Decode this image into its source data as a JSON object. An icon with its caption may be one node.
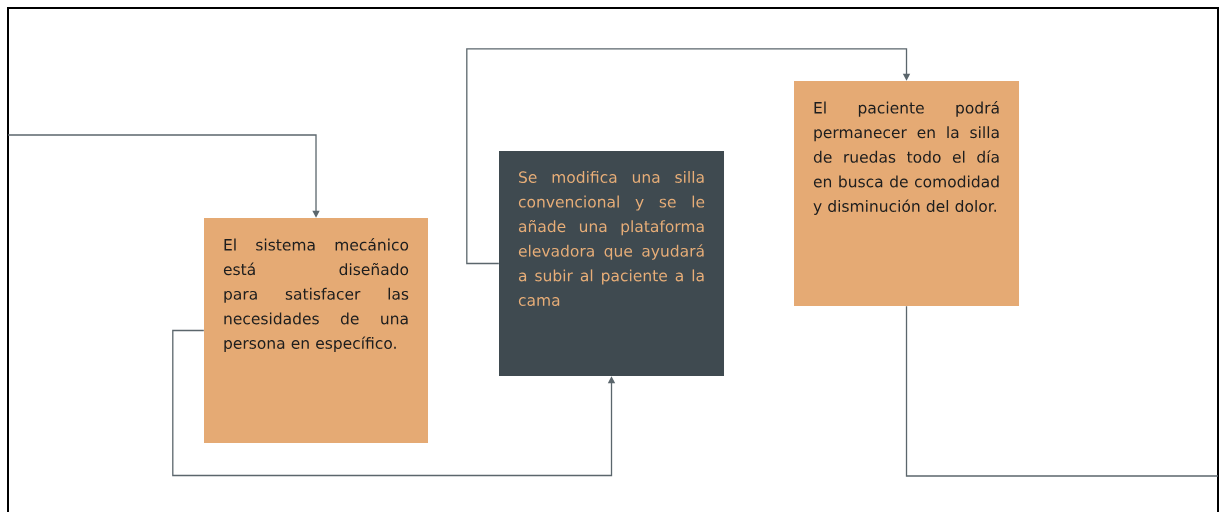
{
  "diagram": {
    "nodes": [
      {
        "text": [
          "El sistema mecánico está diseñado para satisfacer las necesidades de una persona en específico."
        ]
      },
      {
        "text": [
          "Se modifica una silla convencional y se le añade una plataforma elevadora que ayudará a subir al paciente a la cama"
        ]
      },
      {
        "text": [
          "El paciente podrá permanecer en la silla de ruedas todo el día en busca de comodidad y disminución del dolor."
        ]
      }
    ],
    "edges": [
      {
        "from": null,
        "to": 0,
        "arrow": "to"
      },
      {
        "from": 0,
        "to": 1,
        "arrow": "to"
      },
      {
        "from": 1,
        "to": 2,
        "arrow": "to"
      },
      {
        "from": 2,
        "to": null,
        "arrow": "none"
      }
    ]
  }
}
